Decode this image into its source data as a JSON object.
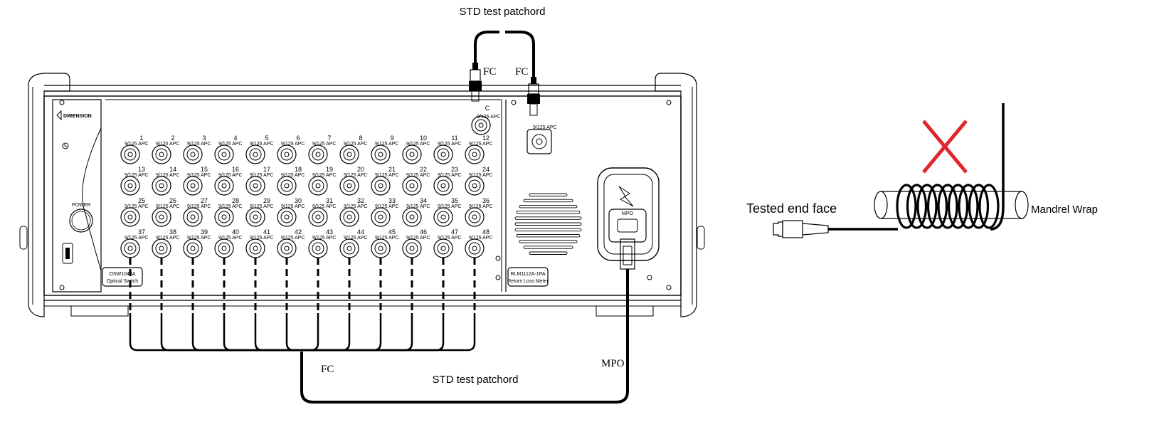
{
  "labels": {
    "top_patchcord": "STD test patchord",
    "bottom_patchcord": "STD test patchord",
    "fc_left": "FC",
    "fc_right": "FC",
    "fc_bottom": "FC",
    "mpo": "MPO",
    "tested_end_face": "Tested end face",
    "mandrel_wrap": "Mandrel Wrap"
  },
  "device": {
    "brand": "DIMENSION",
    "power_label": "POWER",
    "switch_module": "OSW1048A Optical Switch",
    "switch_module_lines": [
      "OSW1048A",
      "Optical Switch"
    ],
    "meter_module_lines": [
      "RLM1112A-1PA",
      "Return Loss Meter"
    ],
    "common_port_label": "C",
    "mpo_port_label": "MPO",
    "port_connector_text": "9/125 APC",
    "port_numbers": [
      "1",
      "2",
      "3",
      "4",
      "5",
      "6",
      "7",
      "8",
      "9",
      "10",
      "11",
      "12",
      "13",
      "14",
      "15",
      "16",
      "17",
      "18",
      "19",
      "20",
      "21",
      "22",
      "23",
      "24",
      "25",
      "26",
      "27",
      "28",
      "29",
      "30",
      "31",
      "32",
      "33",
      "34",
      "35",
      "36",
      "37",
      "38",
      "39",
      "40",
      "41",
      "42",
      "43",
      "44",
      "45",
      "46",
      "47",
      "48"
    ]
  },
  "colors": {
    "line": "#000000",
    "cross": "#e0262b"
  },
  "icons": [
    "cross-mark-icon",
    "usb-port-icon",
    "power-button-icon",
    "brand-logo-icon"
  ]
}
